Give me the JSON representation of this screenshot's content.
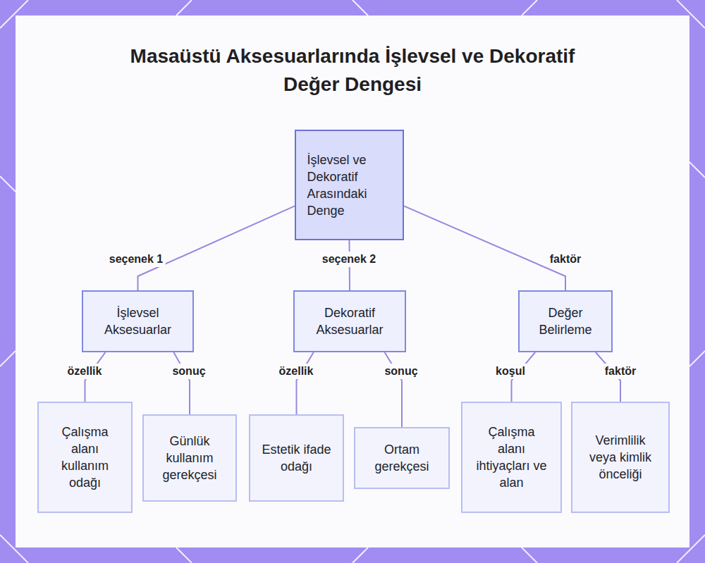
{
  "diagram": {
    "title": "Masaüstü Aksesuarlarında İşlevsel ve Dekoratif Değer Dengesi",
    "nodes": [
      {
        "text": [
          "İşlevsel ve Dekoratif Arasındaki Denge"
        ]
      },
      {
        "text": [
          "İşlevsel Aksesuarlar"
        ]
      },
      {
        "text": [
          "Dekoratif Aksesuarlar"
        ]
      },
      {
        "text": [
          "Değer Belirleme"
        ]
      },
      {
        "text": [
          "Çalışma alanı kullanım odağı"
        ]
      },
      {
        "text": [
          "Günlük kullanım gerekçesi"
        ]
      },
      {
        "text": [
          "Estetik ifade odağı"
        ]
      },
      {
        "text": [
          "Ortam gerekçesi"
        ]
      },
      {
        "text": [
          "Çalışma alanı ihtiyaçları ve alan"
        ]
      },
      {
        "text": [
          "Verimlilik veya kimlik önceliği"
        ]
      }
    ],
    "edges": [
      {
        "from": 0,
        "to": 1,
        "label": "seçenek 1",
        "arrow": "none"
      },
      {
        "from": 0,
        "to": 2,
        "label": "seçenek 2",
        "arrow": "none"
      },
      {
        "from": 0,
        "to": 3,
        "label": "faktör",
        "arrow": "none"
      },
      {
        "from": 1,
        "to": 4,
        "label": "özellik",
        "arrow": "none"
      },
      {
        "from": 1,
        "to": 5,
        "label": "sonuç",
        "arrow": "none"
      },
      {
        "from": 2,
        "to": 6,
        "label": "özellik",
        "arrow": "none"
      },
      {
        "from": 2,
        "to": 7,
        "label": "sonuç",
        "arrow": "none"
      },
      {
        "from": 3,
        "to": 8,
        "label": "koşul",
        "arrow": "none"
      },
      {
        "from": 3,
        "to": 9,
        "label": "faktör",
        "arrow": "none"
      }
    ]
  }
}
